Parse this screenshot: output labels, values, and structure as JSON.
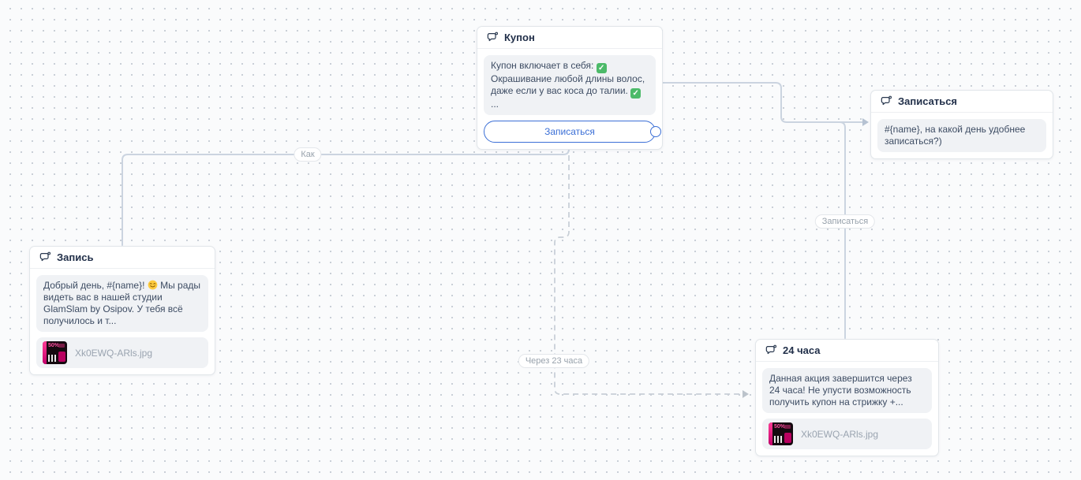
{
  "canvas": {
    "background": "#fafbfc",
    "dot_color": "#c9cfd7"
  },
  "colors": {
    "accent_blue": "#3b6fd6",
    "solid_line": "#cbd4e0",
    "dashed_line": "#c7ced6",
    "node_title": "#22304a",
    "bubble_bg": "#f0f2f5",
    "bubble_text": "#3d4c63",
    "muted_text": "#9aa4b0",
    "check_green": "#4cba69"
  },
  "nodes": [
    {
      "id": "kupon",
      "icon": "chat-bubble-icon",
      "title": "Купон",
      "message": "Купон включает в себя: ✅ Окрашивание любой длины волос, даже если у вас коса до талии. ✅ ...",
      "button": {
        "label": "Записаться"
      }
    },
    {
      "id": "zapisatsya",
      "icon": "chat-bubble-icon",
      "title": "Записаться",
      "message": "#{name}, на какой день удобнее записаться?)"
    },
    {
      "id": "zapis",
      "icon": "chat-bubble-icon",
      "title": "Запись",
      "message": "Добрый день, #{name}! 😉  Мы рады видеть вас в нашей студии GlamSlam by Osipov. У тебя всё получилось и т...",
      "attachment": {
        "filename": "Xk0EWQ-ARls.jpg",
        "thumb_label": "50%"
      }
    },
    {
      "id": "24chasa",
      "icon": "chat-bubble-icon",
      "title": "24 часа",
      "message": "Данная акция завершится через 24 часа! Не упусти возможность получить купон на стрижку +...",
      "attachment": {
        "filename": "Xk0EWQ-ARls.jpg",
        "thumb_label": "50%"
      }
    }
  ],
  "connections": [
    {
      "from": "Запись",
      "to": "Купон",
      "label": "Как",
      "style": "solid"
    },
    {
      "from": "Купон",
      "to": "Записаться",
      "label": "",
      "style": "solid"
    },
    {
      "from": "Купон",
      "to": "24 часа",
      "label": "Записаться",
      "style": "solid"
    },
    {
      "from": "Купон",
      "to": "24 часа",
      "label": "Через 23 часа",
      "style": "dashed"
    }
  ]
}
